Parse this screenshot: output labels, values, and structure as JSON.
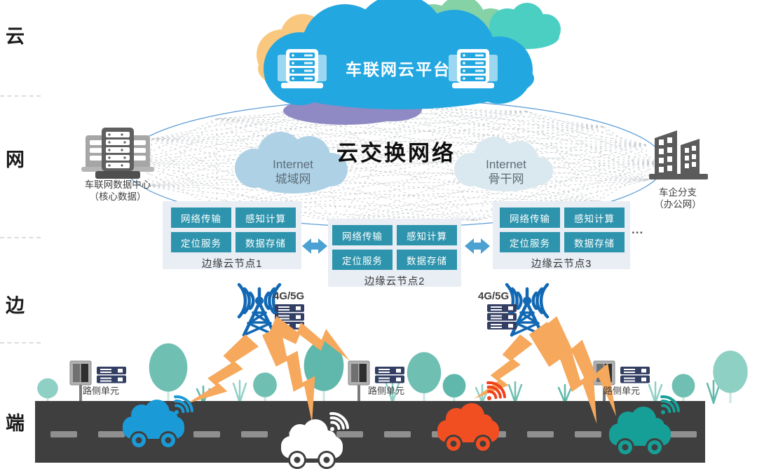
{
  "layers": [
    {
      "id": "cloud",
      "label": "云"
    },
    {
      "id": "network",
      "label": "网"
    },
    {
      "id": "edge",
      "label": "边"
    },
    {
      "id": "terminal",
      "label": "端"
    }
  ],
  "cloud_platform": {
    "title": "车联网云平台"
  },
  "exchange_network_title": "云交换网络",
  "internet_clouds": [
    {
      "line1": "Internet",
      "line2": "城域网"
    },
    {
      "line1": "Internet",
      "line2": "骨干网"
    }
  ],
  "data_center": {
    "line1": "车联网数据中心",
    "line2": "（核心数据）"
  },
  "enterprise_branch": {
    "line1": "车企分支",
    "line2": "（办公网）"
  },
  "edge_nodes": [
    {
      "name": "边缘云节点1",
      "services": [
        "网络传输",
        "感知计算",
        "定位服务",
        "数据存储"
      ]
    },
    {
      "name": "边缘云节点2",
      "services": [
        "网络传输",
        "感知计算",
        "定位服务",
        "数据存储"
      ]
    },
    {
      "name": "边缘云节点3",
      "services": [
        "网络传输",
        "感知计算",
        "定位服务",
        "数据存储"
      ]
    }
  ],
  "more_nodes_ellipsis": "...",
  "base_stations": [
    {
      "label": "4G/5G"
    },
    {
      "label": "4G/5G"
    }
  ],
  "roadside_units": [
    {
      "label": "路侧单元"
    },
    {
      "label": "路侧单元"
    },
    {
      "label": "路侧单元"
    }
  ],
  "colors": {
    "platform_cloud": "#23a7e0",
    "service_box": "#2e94ad",
    "tower_blue": "#1268b3",
    "lightning": "#f6a85c",
    "road": "#3f3f3f",
    "car_blue": "#1a9bd7",
    "car_white": "#ffffff",
    "car_red": "#f14e22",
    "car_teal": "#169f97"
  }
}
